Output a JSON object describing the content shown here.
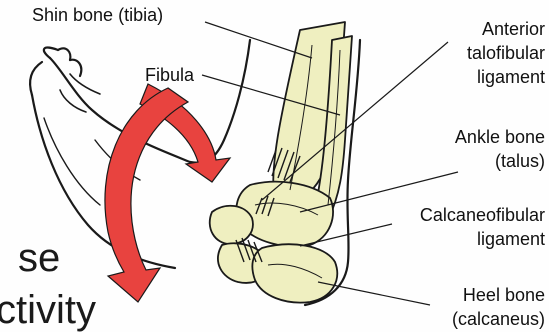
{
  "labels": {
    "tibia": "Shin bone (tibia)",
    "fibula": "Fibula",
    "atfl_line1": "Anterior",
    "atfl_line2": "talofibular",
    "atfl_line3": "ligament",
    "talus_line1": "Ankle bone",
    "talus_line2": "(talus)",
    "cfl_line1": "Calcaneofibular",
    "cfl_line2": "ligament",
    "heel_line1": "Heel bone",
    "heel_line2": "(calcaneus)"
  },
  "background_text": {
    "line1": "se",
    "line2": "ctivity"
  },
  "colors": {
    "bone": "#efefc0",
    "arrow": "#e8433f",
    "outline": "#1a1a1a"
  }
}
